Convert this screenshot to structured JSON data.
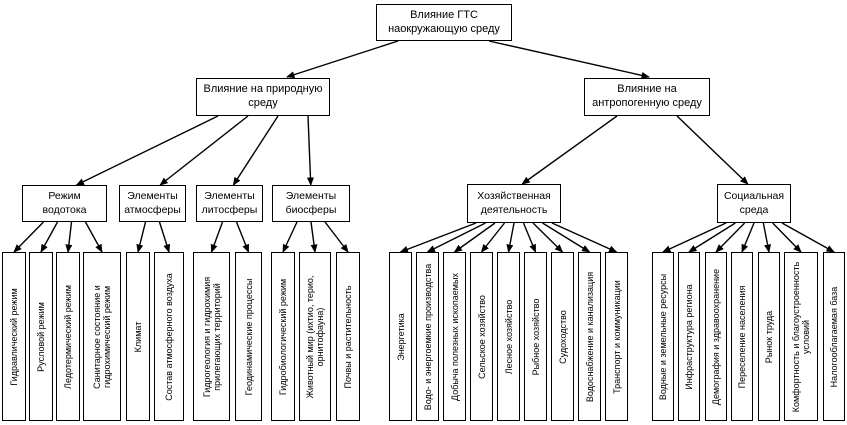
{
  "diagram": {
    "title": "Влияние ГТС наокружающую среду",
    "colors": {
      "border": "#000000",
      "background": "#ffffff",
      "text": "#000000"
    },
    "root": {
      "label": "Влияние ГТС наокружающую среду"
    },
    "branches": [
      {
        "label": "Влияние на природную среду",
        "groups": [
          {
            "label": "Режим водотока",
            "items": [
              "Гидравлический режим",
              "Русловой режим",
              "Ледотермический режим",
              "Санитарное состояние и гидрохимический режим"
            ]
          },
          {
            "label": "Элементы атмосферы",
            "items": [
              "Климат",
              "Состав атмосферного воздуха"
            ]
          },
          {
            "label": "Элементы литосферы",
            "items": [
              "Гидрогеология и гидрохимия прилегающих территорий",
              "Геодинамические процессы"
            ]
          },
          {
            "label": "Элементы биосферы",
            "items": [
              "Гидробиологический режим",
              "Животный мир (ихтио, терио, орнитофауна)",
              "Почвы и растительность"
            ]
          }
        ]
      },
      {
        "label": "Влияние на антропогенную среду",
        "groups": [
          {
            "label": "Хозяйственная деятельность",
            "items": [
              "Энергетика",
              "Водо- и энергоемкие производства",
              "Добыча полезных ископаемых",
              "Сельское хозяйство",
              "Лесное хозяйство",
              "Рыбное хозяйство",
              "Судоходство",
              "Водоснабжение и канализация",
              "Транспорт и коммуникации"
            ]
          },
          {
            "label": "Социальная среда",
            "items": [
              "Водные и земельные ресурсы",
              "Инфраструктура региона",
              "Демография и здравоохранение",
              "Переселение населения",
              "Рынок труда",
              "Комфортность и благоустроенность условий",
              "Налогооблагаемая база"
            ]
          }
        ]
      }
    ]
  }
}
